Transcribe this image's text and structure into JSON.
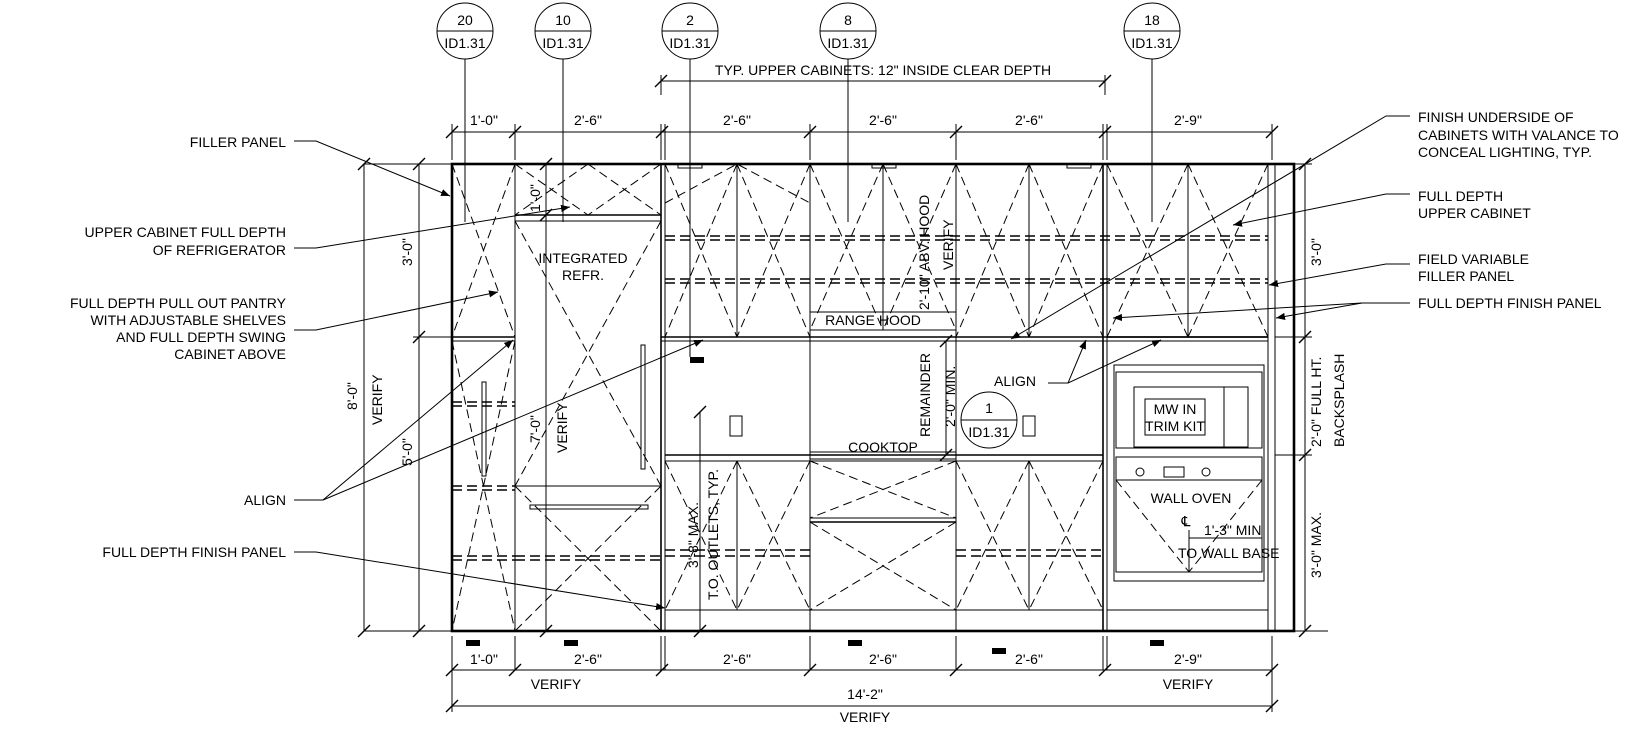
{
  "callouts": [
    {
      "num": "20",
      "ref": "ID1.31"
    },
    {
      "num": "10",
      "ref": "ID1.31"
    },
    {
      "num": "2",
      "ref": "ID1.31"
    },
    {
      "num": "8",
      "ref": "ID1.31"
    },
    {
      "num": "18",
      "ref": "ID1.31"
    },
    {
      "num": "1",
      "ref": "ID1.31"
    }
  ],
  "top_note": "TYP. UPPER CABINETS: 12\" INSIDE CLEAR DEPTH",
  "top_dims": [
    "1'-0\"",
    "2'-6\"",
    "2'-6\"",
    "2'-6\"",
    "2'-6\"",
    "2'-9\""
  ],
  "bottom_dims": [
    "1'-0\"",
    "2'-6\"",
    "2'-6\"",
    "2'-6\"",
    "2'-6\"",
    "2'-9\""
  ],
  "bottom_verify": [
    "VERIFY",
    "VERIFY"
  ],
  "overall_dim": "14'-2\"",
  "overall_verify": "VERIFY",
  "left_notes": {
    "filler_panel": "FILLER PANEL",
    "upper_cab_1": "UPPER CABINET FULL DEPTH",
    "upper_cab_2": "OF REFRIGERATOR",
    "pantry_1": "FULL DEPTH PULL OUT PANTRY",
    "pantry_2": "WITH ADJUSTABLE SHELVES",
    "pantry_3": "AND FULL DEPTH SWING",
    "pantry_4": "CABINET ABOVE",
    "align": "ALIGN",
    "finish_panel": "FULL DEPTH FINISH PANEL"
  },
  "right_notes": {
    "underside_1": "FINISH UNDERSIDE OF",
    "underside_2": "CABINETS WITH VALANCE TO",
    "underside_3": "CONCEAL LIGHTING, TYP.",
    "upper_1": "FULL DEPTH",
    "upper_2": "UPPER CABINET",
    "filler_1": "FIELD VARIABLE",
    "filler_2": "FILLER PANEL",
    "finish_panel": "FULL DEPTH FINISH PANEL"
  },
  "left_vertical_dims": {
    "overall": "8'-0\"",
    "overall_verify": "VERIFY",
    "upper": "3'-0\"",
    "lower": "5'-0\"",
    "small_1": "1'-0\"",
    "fridge": "7'-0\"",
    "fridge_verify": "VERIFY"
  },
  "interior_labels": {
    "fridge_1": "INTEGRATED",
    "fridge_2": "REFR.",
    "range_hood": "RANGE HOOD",
    "hood_dim": "2'-10\" ABV. HOOD",
    "hood_verify": "VERIFY",
    "remainder": "REMAINDER",
    "min_dim": "2'-0\" MIN.",
    "align": "ALIGN",
    "cooktop": "COOKTOP",
    "outlets_dim": "3'-8\" MAX.",
    "outlets": "T.O. OUTLETS, TYP.",
    "mw_1": "MW IN",
    "mw_2": "TRIM KIT",
    "wall_oven": "WALL OVEN",
    "centerline": "℄",
    "min_dim2": "1'-3\" MIN",
    "to_wall_base": "TO WALL BASE"
  },
  "right_vertical_dims": {
    "upper": "3'-0\"",
    "backsplash_dim": "2'-0\" FULL HT.",
    "backsplash": "BACKSPLASH",
    "lower": "3'-0\" MAX."
  }
}
